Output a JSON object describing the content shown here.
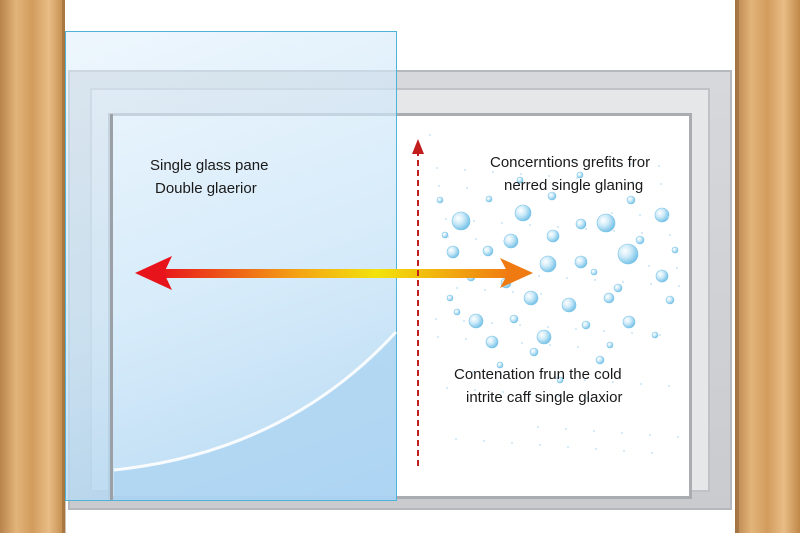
{
  "labels": {
    "left_line1": "Single glass pane",
    "left_line2": "Double glaerior",
    "right_top_line1": "Concerntions grefits fror",
    "right_top_line2": "nerred single glaning",
    "right_bottom_line1": "Contenation frun the cold",
    "right_bottom_line2": "intrite caff single glaxior"
  },
  "colors": {
    "wood": "#d9a56a",
    "frame": "#c9cbcf",
    "glass_border": "#4fb3d8",
    "glass_fill": "#cfe6f8",
    "arrow_hot": "#e8141c",
    "arrow_mid": "#f2e30c",
    "arrow_end": "#f07a12",
    "dashed_arrow": "#c21e1e",
    "droplet": "#8fd0ef"
  }
}
